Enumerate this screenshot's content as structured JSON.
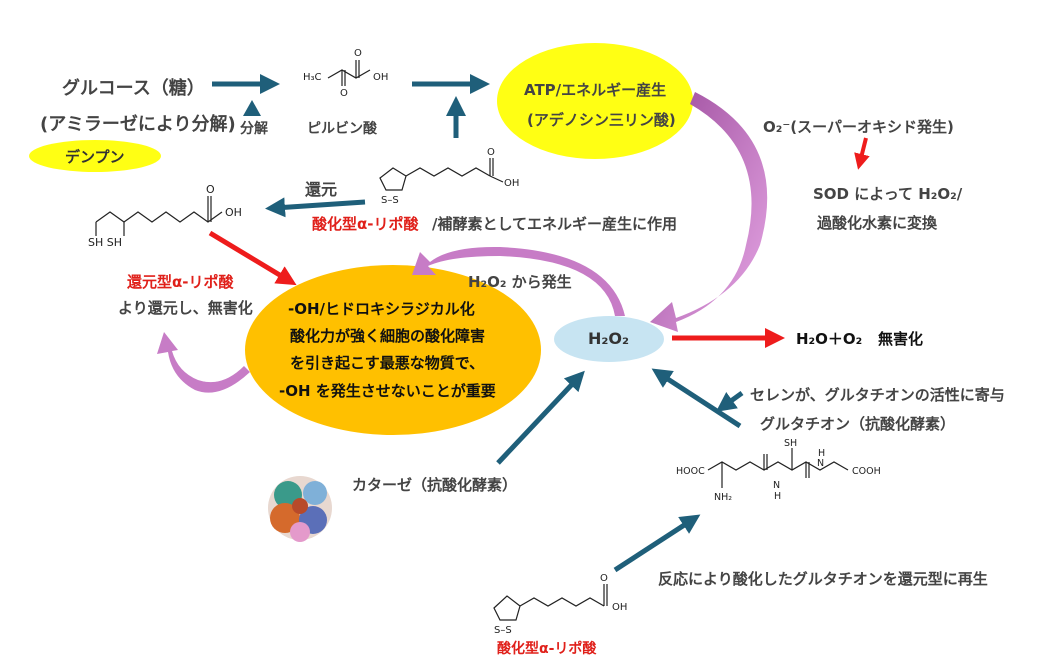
{
  "labels": {
    "glucose": "グルコース（糖）",
    "amylase": "(アミラーゼにより分解)",
    "starch": "デンプン",
    "decompose": "分解",
    "pyruvic": "ピルビン酸",
    "atp_line1": "ATP/エネルギー産生",
    "atp_line2": "(アデノシン三リン酸)",
    "superoxide": "O₂⁻(スーパーオキシド発生)",
    "sod_line1": "SOD によって H₂O₂/",
    "sod_line2": "過酸化水素に変換",
    "reduce": "還元",
    "oxidized_lipoic": "酸化型α-リポ酸",
    "coenzyme_note": "/補酵素としてエネルギー産生に作用",
    "reduced_lipoic": "還元型α-リポ酸",
    "reduced_note": "より還元し、無害化",
    "h2o2_origin": "H₂O₂ から発生",
    "oh_line1": "-OH/ヒドロキシラジカル化",
    "oh_line2": "酸化力が強く細胞の酸化障害",
    "oh_line3": "を引き起こす最悪な物質で、",
    "oh_line4": "-OH を発生させないことが重要",
    "h2o2": "H₂O₂",
    "harmless_formula": "H₂O＋O₂",
    "harmless": "無害化",
    "selenium": "セレンが、グルタチオンの活性に寄与",
    "glutathione": "グルタチオン（抗酸化酵素）",
    "catalase": "カターゼ（抗酸化酵素）",
    "regenerate": "反応により酸化したグルタチオンを還元型に再生",
    "oxidized_lipoic_bottom": "酸化型α-リポ酸"
  },
  "chem": {
    "h3c": "H₃C",
    "oh": "OH",
    "o": "O",
    "ss": "S–S",
    "sh_sh": "SH SH",
    "hooc": "HOOC",
    "nh2": "NH₂",
    "n": "N",
    "h": "H",
    "cooh": "COOH",
    "sh": "SH"
  },
  "colors": {
    "arrow_blue": "#1f5f7a",
    "arrow_red": "#ee1c1c",
    "curve_purple": "#c77cc6",
    "atp_fill": "#ffff14",
    "oh_fill": "#ffc000",
    "h2o2_fill": "#c7e4f2",
    "red_text": "#e0201a"
  }
}
